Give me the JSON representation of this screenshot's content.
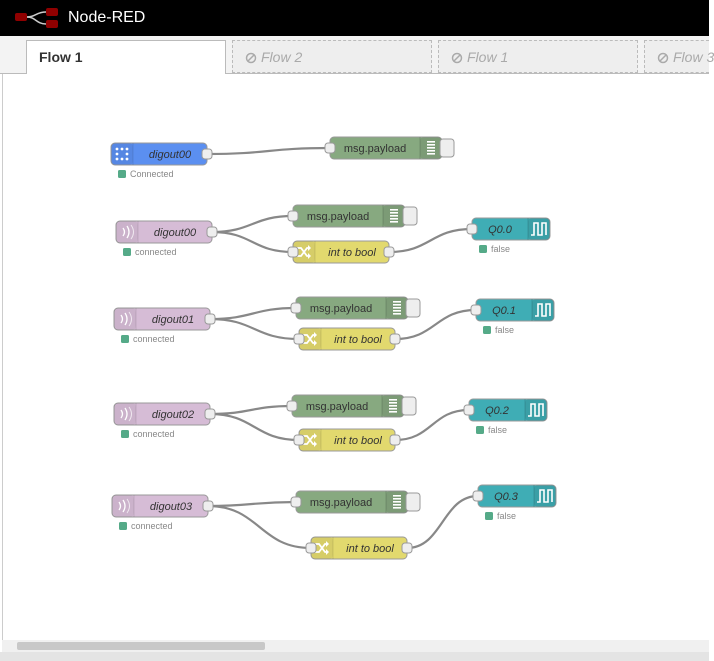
{
  "app": {
    "title": "Node-RED",
    "logo_icon": "node-red-logo-icon"
  },
  "tabs": [
    {
      "label": "Flow 1",
      "active": true,
      "disabled": false
    },
    {
      "label": "Flow 2",
      "active": false,
      "disabled": true
    },
    {
      "label": "Flow 1",
      "active": false,
      "disabled": true
    },
    {
      "label": "Flow 3",
      "active": false,
      "disabled": true
    }
  ],
  "colors": {
    "input_blue": "#5b8ff0",
    "input_purple": "#d6bcd6",
    "debug_green": "#87a980",
    "function_yellow": "#e2d96e",
    "output_teal": "#3fadb5",
    "status_green": "#5a8",
    "wire": "#888888"
  },
  "nodes": [
    {
      "id": "in0",
      "label": "digout00",
      "kind": "input-blue",
      "icon": "grid-icon",
      "status": "Connected"
    },
    {
      "id": "dbg0",
      "label": "msg.payload",
      "kind": "debug",
      "icon": "list-icon"
    },
    {
      "id": "in1",
      "label": "digout00",
      "kind": "input-purple",
      "icon": "wave-icon",
      "status": "connected"
    },
    {
      "id": "dbg1",
      "label": "msg.payload",
      "kind": "debug",
      "icon": "list-icon"
    },
    {
      "id": "fn1",
      "label": "int to bool",
      "kind": "function",
      "icon": "shuffle-icon"
    },
    {
      "id": "out1",
      "label": "Q0.0",
      "kind": "output",
      "icon": "pulse-icon",
      "status": "false"
    },
    {
      "id": "in2",
      "label": "digout01",
      "kind": "input-purple",
      "icon": "wave-icon",
      "status": "connected"
    },
    {
      "id": "dbg2",
      "label": "msg.payload",
      "kind": "debug",
      "icon": "list-icon"
    },
    {
      "id": "fn2",
      "label": "int to bool",
      "kind": "function",
      "icon": "shuffle-icon"
    },
    {
      "id": "out2",
      "label": "Q0.1",
      "kind": "output",
      "icon": "pulse-icon",
      "status": "false"
    },
    {
      "id": "in3",
      "label": "digout02",
      "kind": "input-purple",
      "icon": "wave-icon",
      "status": "connected"
    },
    {
      "id": "dbg3",
      "label": "msg.payload",
      "kind": "debug",
      "icon": "list-icon"
    },
    {
      "id": "fn3",
      "label": "int to bool",
      "kind": "function",
      "icon": "shuffle-icon"
    },
    {
      "id": "out3",
      "label": "Q0.2",
      "kind": "output",
      "icon": "pulse-icon",
      "status": "false"
    },
    {
      "id": "in4",
      "label": "digout03",
      "kind": "input-purple",
      "icon": "wave-icon",
      "status": "connected"
    },
    {
      "id": "dbg4",
      "label": "msg.payload",
      "kind": "debug",
      "icon": "list-icon"
    },
    {
      "id": "fn4",
      "label": "int to bool",
      "kind": "function",
      "icon": "shuffle-icon"
    },
    {
      "id": "out4",
      "label": "Q0.3",
      "kind": "output",
      "icon": "pulse-icon",
      "status": "false"
    }
  ],
  "wires": [
    [
      "in0",
      "dbg0"
    ],
    [
      "in1",
      "dbg1"
    ],
    [
      "in1",
      "fn1"
    ],
    [
      "fn1",
      "out1"
    ],
    [
      "in2",
      "dbg2"
    ],
    [
      "in2",
      "fn2"
    ],
    [
      "fn2",
      "out2"
    ],
    [
      "in3",
      "dbg3"
    ],
    [
      "in3",
      "fn3"
    ],
    [
      "fn3",
      "out3"
    ],
    [
      "in4",
      "dbg4"
    ],
    [
      "in4",
      "fn4"
    ],
    [
      "fn4",
      "out4"
    ]
  ]
}
